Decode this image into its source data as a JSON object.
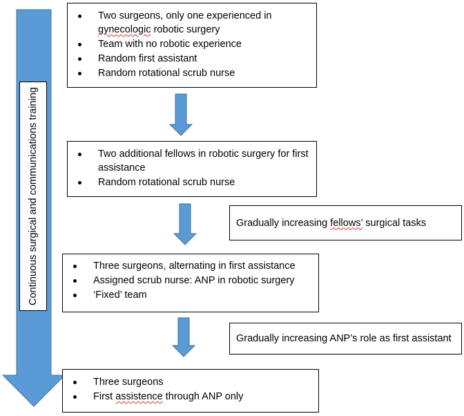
{
  "colors": {
    "arrow_fill": "#5b9bd5",
    "arrow_stroke": "#41719c",
    "border": "#000000"
  },
  "side_label": "Continuous surgical and communications training",
  "steps": [
    {
      "items": [
        "Two surgeons, only one experienced in gynecologic robotic surgery",
        "Team with no robotic experience",
        "Random first assistant",
        "Random rotational scrub nurse"
      ]
    },
    {
      "items": [
        "Two additional fellows in robotic surgery for first assistance",
        "Random rotational scrub nurse"
      ]
    },
    {
      "items": [
        "Three surgeons, alternating in first assistance",
        "Assigned scrub nurse: ANP in robotic surgery",
        "‘Fixed’ team"
      ]
    },
    {
      "items": [
        "Three surgeons",
        "First assistence through ANP only"
      ]
    }
  ],
  "notes": [
    "Gradually increasing fellows’ surgical tasks",
    "Gradually increasing ANP’s role as first assistant"
  ]
}
